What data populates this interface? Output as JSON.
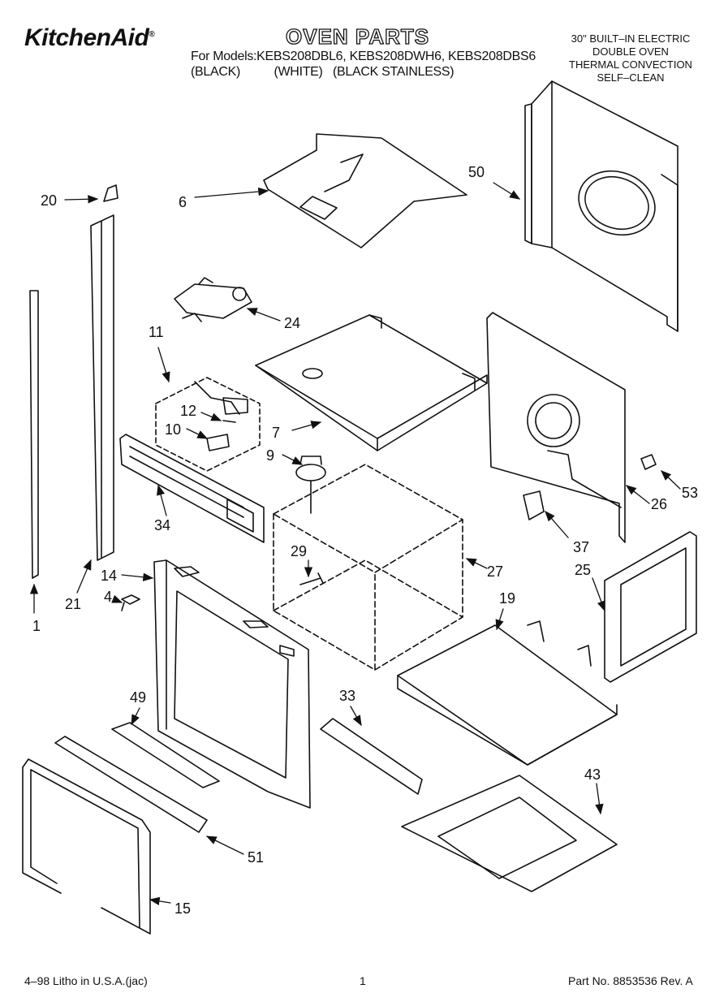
{
  "header": {
    "brand": "KitchenAid",
    "brand_mark": "®",
    "title": "OVEN PARTS",
    "models_line1": "For Models:KEBS208DBL6, KEBS208DWH6, KEBS208DBS6",
    "models_line2": "(BLACK)          (WHITE)   (BLACK STAINLESS)",
    "description": [
      "30\" BUILT–IN ELECTRIC",
      "DOUBLE OVEN",
      "THERMAL CONVECTION",
      "SELF–CLEAN"
    ]
  },
  "callouts": {
    "c1": "1",
    "c4": "4",
    "c6": "6",
    "c7": "7",
    "c9": "9",
    "c10": "10",
    "c11": "11",
    "c12": "12",
    "c14": "14",
    "c15": "15",
    "c19": "19",
    "c20": "20",
    "c21": "21",
    "c24": "24",
    "c25": "25",
    "c26": "26",
    "c27": "27",
    "c29": "29",
    "c33": "33",
    "c34": "34",
    "c37": "37",
    "c43": "43",
    "c49": "49",
    "c50": "50",
    "c51": "51",
    "c53": "53"
  },
  "footer": {
    "left": "4–98 Litho in U.S.A.(jac)",
    "center": "1",
    "right": "Part No. 8853536 Rev. A"
  },
  "colors": {
    "ink": "#111111",
    "paper": "#ffffff"
  }
}
